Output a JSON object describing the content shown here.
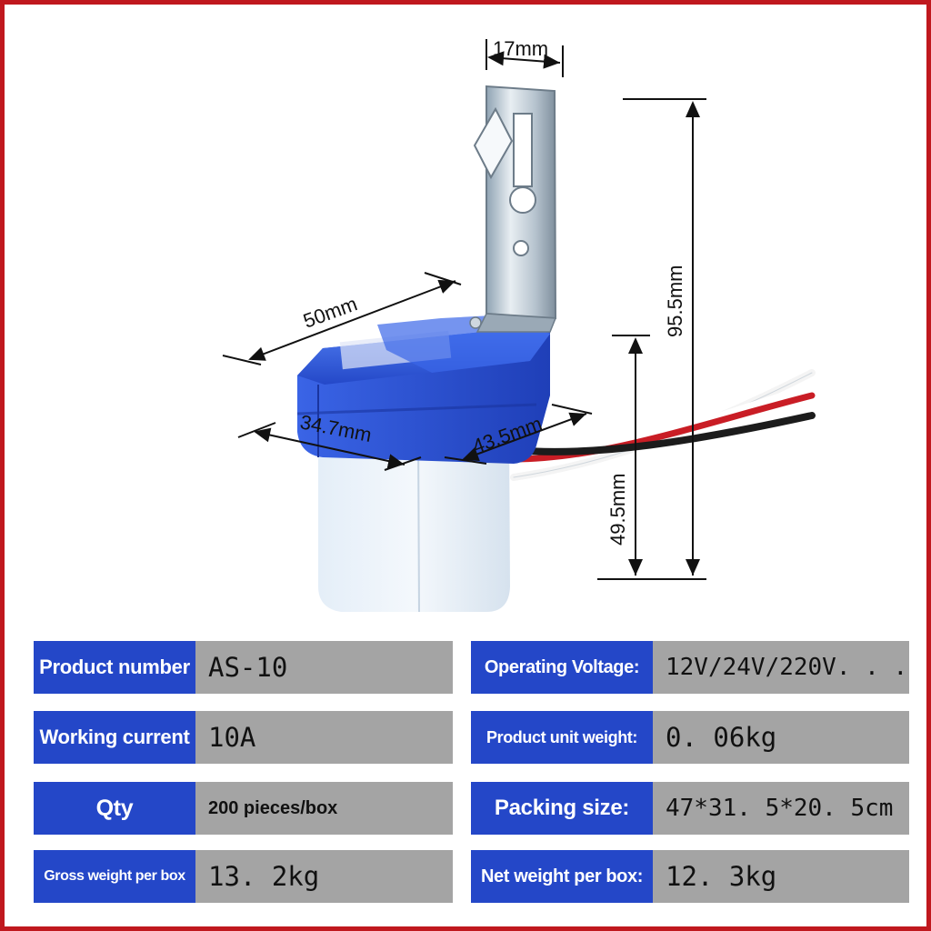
{
  "dimensions": {
    "bracket_width": "17mm",
    "overall_height": "95.5mm",
    "length": "50mm",
    "front_width": "34.7mm",
    "side_depth": "43.5mm",
    "body_height": "49.5mm"
  },
  "colors": {
    "frame_border": "#c0181e",
    "label_bg": "#2447c8",
    "value_bg": "#a4a4a4",
    "housing_blue": "#2f5fe0"
  },
  "specs": {
    "left": [
      {
        "label": "Product number",
        "value": "AS-10"
      },
      {
        "label": "Working current",
        "value": "10A"
      },
      {
        "label": "Qty",
        "value": "200 pieces/box"
      },
      {
        "label": "Gross weight per box",
        "value": "13. 2kg"
      }
    ],
    "right": [
      {
        "label": "Operating Voltage:",
        "value": "12V/24V/220V. . ."
      },
      {
        "label": "Product unit weight:",
        "value": "0. 06kg"
      },
      {
        "label": "Packing size:",
        "value": "47*31. 5*20. 5cm"
      },
      {
        "label": "Net weight per box:",
        "value": "12. 3kg"
      }
    ]
  }
}
